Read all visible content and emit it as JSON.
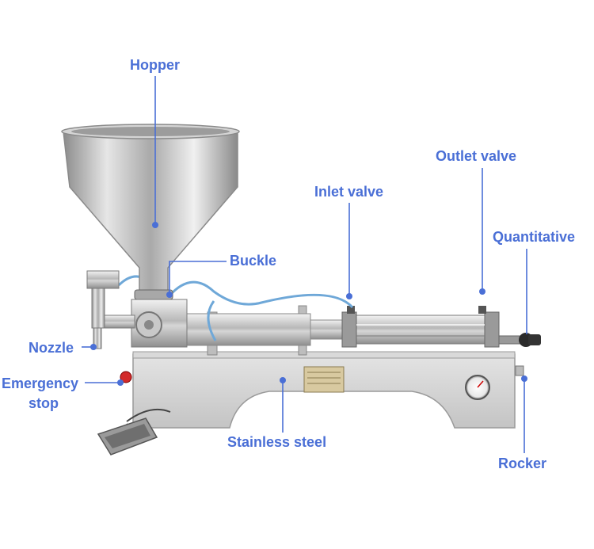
{
  "labels": {
    "hopper": "Hopper",
    "buckle": "Buckle",
    "inlet_valve": "Inlet valve",
    "outlet_valve": "Outlet valve",
    "quantitative": "Quantitative",
    "nozzle": "Nozzle",
    "emergency_stop_line1": "Emergency",
    "emergency_stop_line2": "stop",
    "stainless_steel": "Stainless steel",
    "rocker": "Rocker"
  },
  "colors": {
    "label_text": "#4a6fd6",
    "leader_line": "#4a6fd6",
    "dot": "#4a6fd6"
  }
}
